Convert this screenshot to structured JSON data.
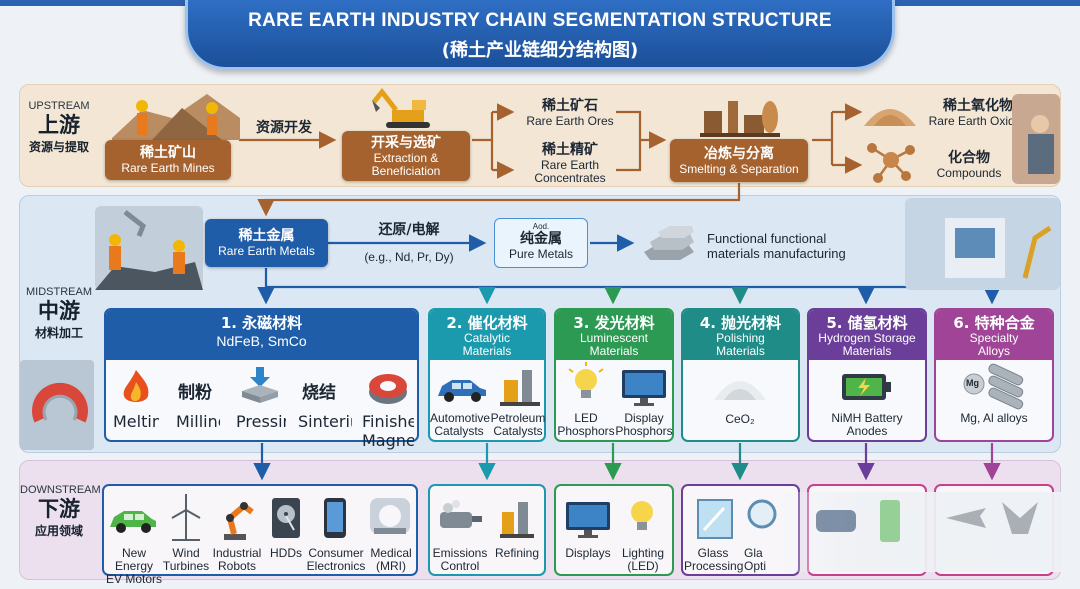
{
  "header": {
    "title_en": "RARE EARTH INDUSTRY CHAIN SEGMENTATION STRUCTURE",
    "title_zh": "(稀土产业链细分结构图)"
  },
  "upstream": {
    "label_en": "UPSTREAM",
    "label_zh": "上游",
    "label_sub": "资源与提取",
    "mines": {
      "zh": "稀土矿山",
      "en": "Rare Earth Mines"
    },
    "dev_label": "资源开发",
    "extraction": {
      "zh": "开采与选矿",
      "en1": "Extraction &",
      "en2": "Beneficiation"
    },
    "ores": {
      "zh": "稀土矿石",
      "en": "Rare Earth Ores"
    },
    "concentrates": {
      "zh": "稀土精矿",
      "en1": "Rare Earth",
      "en2": "Concentrates"
    },
    "smelting": {
      "zh": "冶炼与分离",
      "en": "Smelting & Separation"
    },
    "oxides": {
      "zh": "稀土氧化物",
      "en": "Rare Earth Oxides"
    },
    "compounds": {
      "zh": "化合物",
      "en": "Compounds"
    }
  },
  "midstream": {
    "label_en": "MIDSTREAM",
    "label_zh": "中游",
    "label_sub": "材料加工",
    "metals": {
      "zh": "稀土金属",
      "en": "Rare Earth Metals"
    },
    "reduction": {
      "zh": "还原/电解",
      "en": "(e.g., Nd, Pr, Dy)"
    },
    "pure": {
      "tag": "Aod.",
      "zh": "纯金属",
      "en": "Pure Metals"
    },
    "functional": {
      "line1": "Functional functional",
      "line2": "materials manufacturing"
    },
    "categories": [
      {
        "zh": "1. 永磁材料",
        "en1": "NdFeB, SmCo",
        "en2": "",
        "color": "#1f5da8"
      },
      {
        "zh": "2. 催化材料",
        "en1": "Catalytic",
        "en2": "Materials",
        "color": "#1b9aae"
      },
      {
        "zh": "3. 发光材料",
        "en1": "Luminescent",
        "en2": "Materials",
        "color": "#2c9a52"
      },
      {
        "zh": "4. 抛光材料",
        "en1": "Polishing",
        "en2": "Materials",
        "color": "#1f8c88"
      },
      {
        "zh": "5. 储氢材料",
        "en1": "Hydrogen Storage",
        "en2": "Materials",
        "color": "#6b3e9a"
      },
      {
        "zh": "6. 特种合金",
        "en1": "Specialty",
        "en2": "Alloys",
        "color": "#a04497"
      }
    ],
    "magnet_process": {
      "milling_zh": "制粉",
      "sintering_zh": "烧结",
      "melting": "Melting",
      "milling": "Milling",
      "pressing": "Pressing",
      "sintering": "Sintering",
      "finished1": "Finished",
      "finished2": "Magnets"
    },
    "catalytic_items": [
      {
        "l1": "Automotive",
        "l2": "Catalysts"
      },
      {
        "l1": "Petroleum",
        "l2": "Catalysts"
      }
    ],
    "luminescent_items": [
      {
        "l1": "LED",
        "l2": "Phosphors"
      },
      {
        "l1": "Display",
        "l2": "Phosphors"
      }
    ],
    "polishing_item": "CeO₂",
    "hydrogen_item": {
      "l1": "NiMH Battery",
      "l2": "Anodes"
    },
    "alloy_item": "Mg, Al alloys",
    "alloy_badge": "Mg"
  },
  "downstream": {
    "label_en": "DOWNSTREAM",
    "label_zh": "下游",
    "label_sub": "应用领域",
    "magnet_apps": [
      {
        "l1": "New Energy",
        "l2": "EV Motors"
      },
      {
        "l1": "Wind",
        "l2": "Turbines"
      },
      {
        "l1": "Industrial",
        "l2": "Robots"
      },
      {
        "l1": "HDDs",
        "l2": ""
      },
      {
        "l1": "Consumer",
        "l2": "Electronics"
      },
      {
        "l1": "Medical",
        "l2": "(MRI)"
      }
    ],
    "catalytic_apps": [
      {
        "l1": "Emissions",
        "l2": "Control"
      },
      {
        "l1": "Refining",
        "l2": ""
      }
    ],
    "luminescent_apps": [
      {
        "l1": "Displays",
        "l2": ""
      },
      {
        "l1": "Lighting",
        "l2": "(LED)"
      }
    ],
    "polishing_apps": [
      {
        "l1": "Glass",
        "l2": "Processing"
      },
      {
        "l1": "Gla",
        "l2": "Opti"
      }
    ]
  }
}
